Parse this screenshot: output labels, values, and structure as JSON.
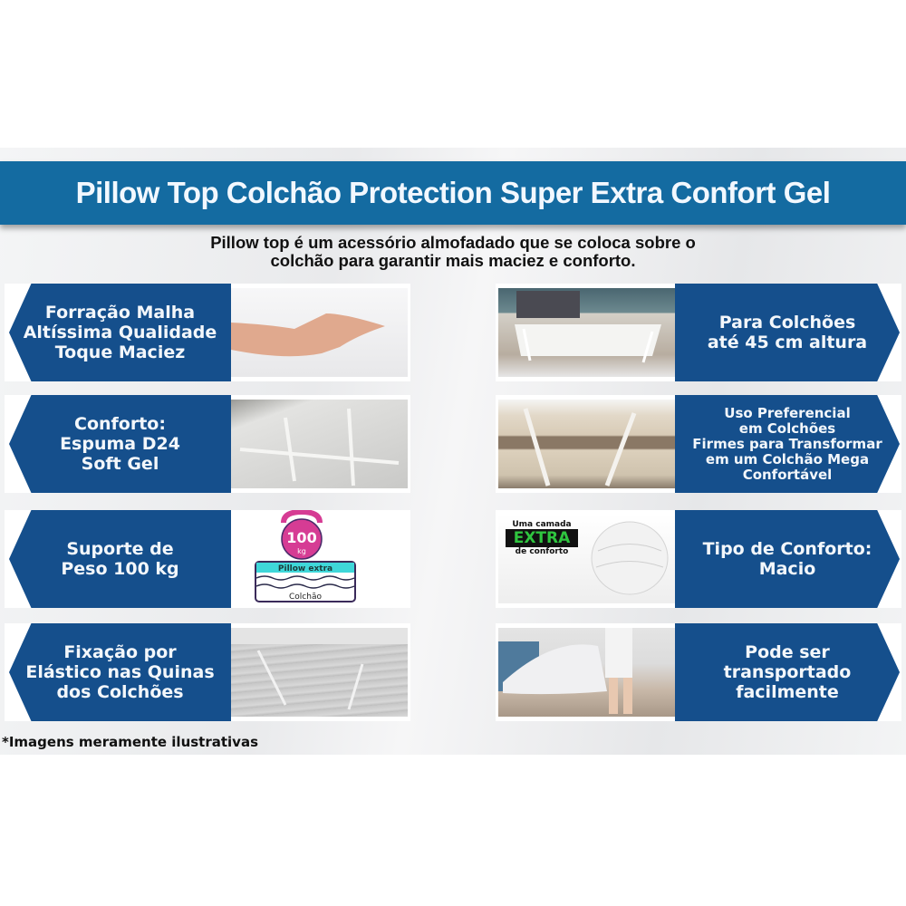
{
  "title": "Pillow Top Colchão Protection Super Extra Confort Gel",
  "subtitle": {
    "line1": "Pillow top é um acessório almofadado que se coloca sobre o",
    "line2": "colchão para garantir mais maciez e conforto."
  },
  "colors": {
    "title_bar": "#146ba1",
    "arrow": "#154f8c",
    "arrow_text": "#f3f7fb",
    "weight_badge": "#d63c94",
    "pillow_layer": "#3fd7d9",
    "extra_badge": "#2fc53f"
  },
  "features_left": [
    {
      "lines": [
        "Forração Malha",
        "Altíssima Qualidade",
        "Toque Maciez"
      ],
      "image": "hand-on-white-fabric"
    },
    {
      "lines": [
        "Conforto:",
        "Espuma D24",
        "Soft Gel"
      ],
      "image": "quilted-topper-corner"
    },
    {
      "lines": [
        "Suporte de",
        "Peso 100 kg"
      ],
      "image": "weight-diagram"
    },
    {
      "lines": [
        "Fixação por",
        "Elástico nas Quinas",
        "dos Colchões"
      ],
      "image": "elastic-corner-strap"
    }
  ],
  "features_right": [
    {
      "lines": [
        "Para Colchões",
        "até 45 cm altura"
      ],
      "image": "bed-with-topper"
    },
    {
      "lines": [
        "Uso Preferencial",
        "em Colchões",
        "Firmes para Transformar",
        "em um Colchão Mega",
        "Confortável"
      ],
      "image": "mattress-side-strap"
    },
    {
      "lines": [
        "Tipo de Conforto:",
        "Macio"
      ],
      "image": "rolled-topper"
    },
    {
      "lines": [
        "Pode ser",
        "transportado",
        "facilmente"
      ],
      "image": "person-lifting-topper"
    }
  ],
  "weight_diagram": {
    "value": "100",
    "unit": "kg",
    "top_layer": "Pillow extra",
    "bottom_layer": "Colchão"
  },
  "extra_badge": {
    "line1": "Uma camada",
    "line2": "EXTRA",
    "line3": "de conforto"
  },
  "footnote": "*Imagens meramente ilustrativas"
}
